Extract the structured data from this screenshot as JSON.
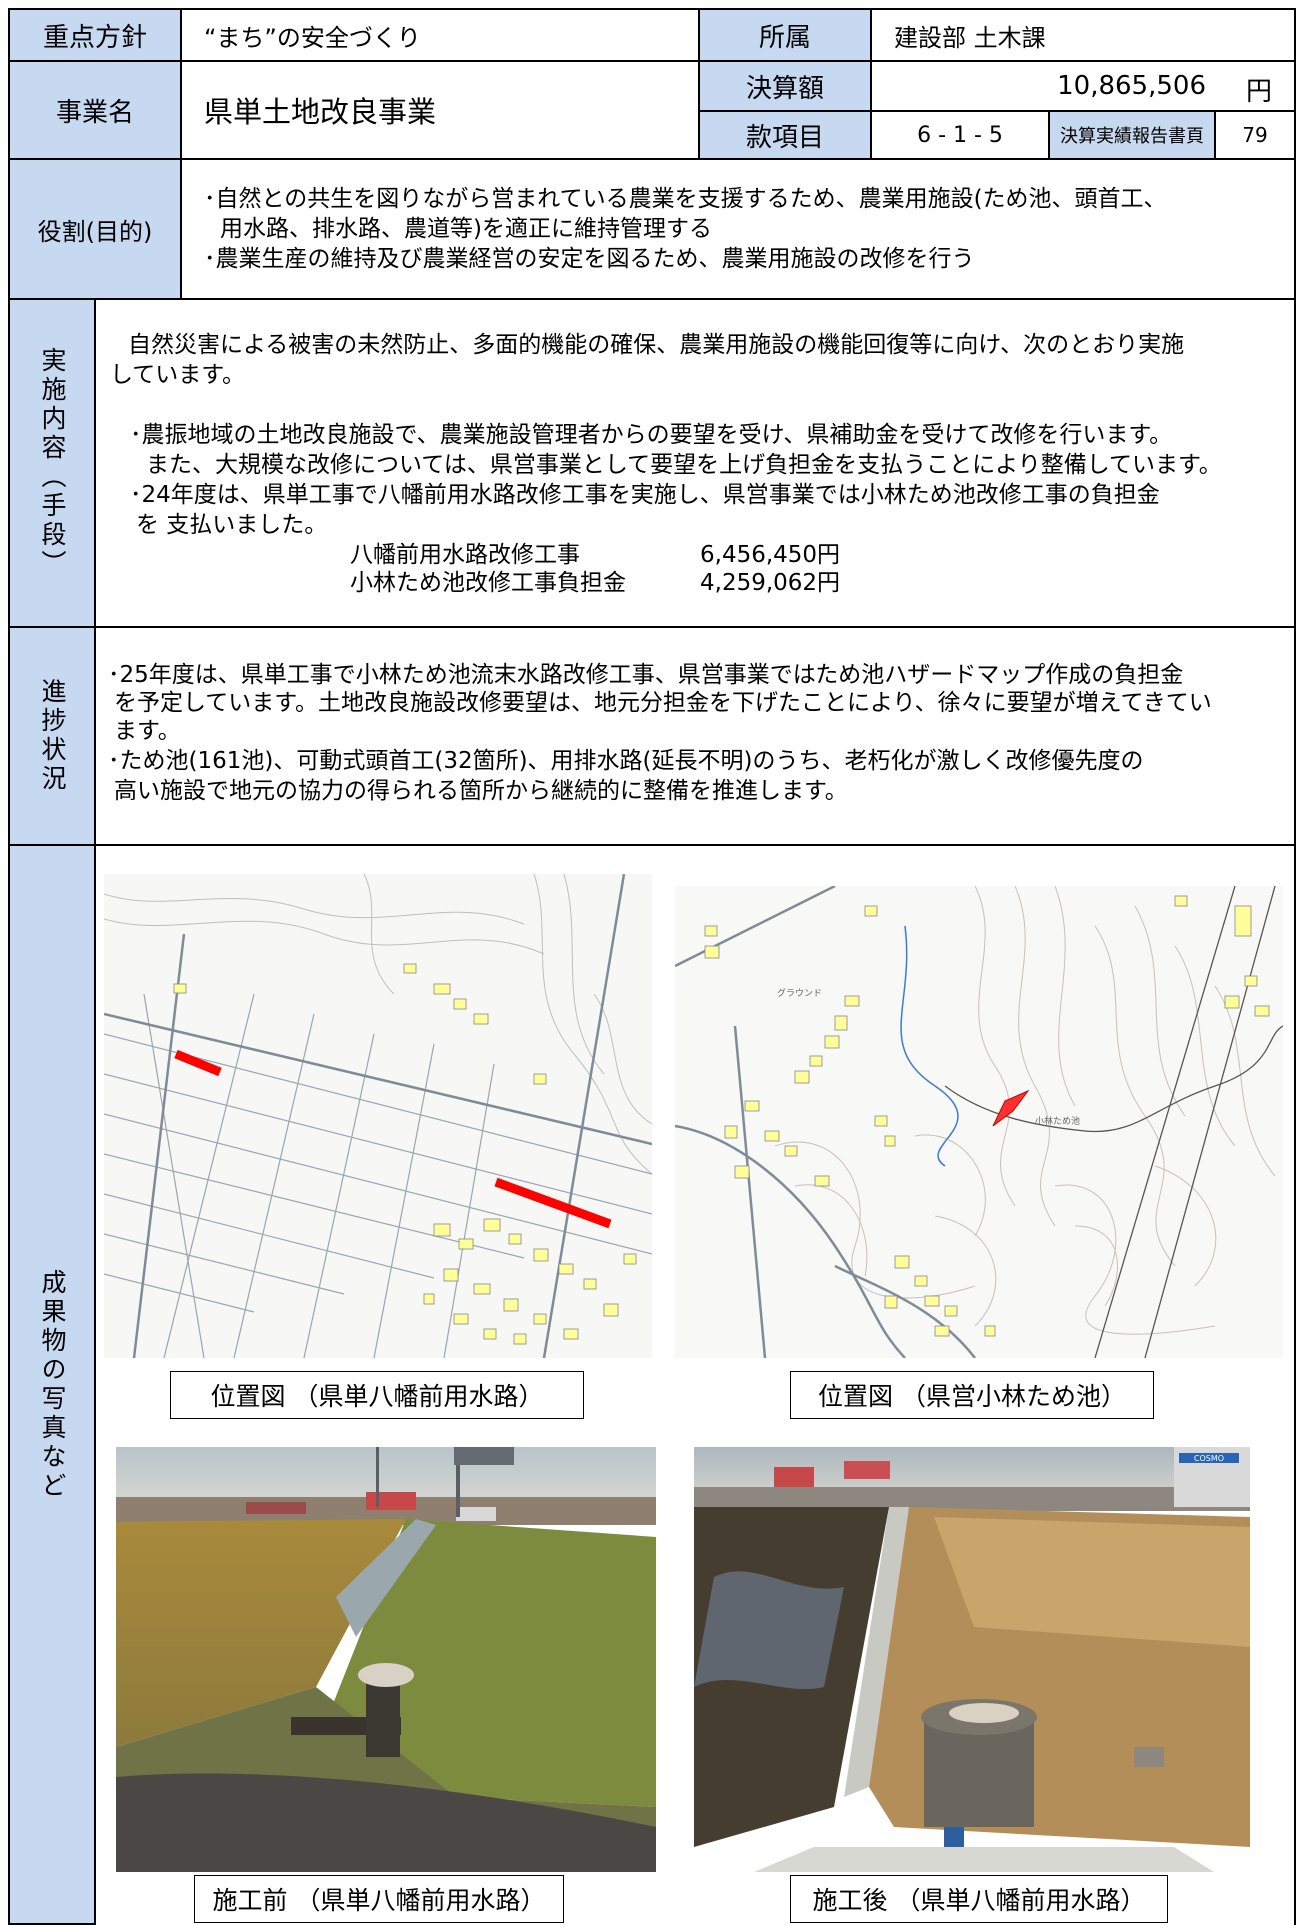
{
  "header": {
    "policy_label": "重点方針",
    "policy_value": "“まち”の安全づくり",
    "dept_label": "所属",
    "dept_value": "建設部 土木課",
    "project_label": "事業名",
    "project_value": "県単土地改良事業",
    "settlement_label": "決算額",
    "settlement_value": "10,865,506",
    "settlement_unit": "円",
    "item_label": "款項目",
    "item_value": "6 - 1 - 5",
    "report_label": "決算実績報告書頁",
    "report_page": "79"
  },
  "role": {
    "label": "役割(目的)",
    "lines": [
      "･自然との共生を図りながら営まれている農業を支援するため、農業用施設(ため池、頭首工、",
      "用水路、排水路、農道等)を適正に維持管理する",
      "･農業生産の維持及び農業経営の安定を図るため、農業用施設の改修を行う"
    ]
  },
  "implementation": {
    "label": "実施内容（手段）",
    "intro": [
      "自然災害による被害の未然防止、多面的機能の確保、農業用施設の機能回復等に向け、次のとおり実施",
      "しています。"
    ],
    "bullets": [
      "･農振地域の土地改良施設で、農業施設管理者からの要望を受け、県補助金を受けて改修を行います。",
      "また、大規模な改修については、県営事業として要望を上げ負担金を支払うことにより整備しています。",
      "･24年度は、県単工事で八幡前用水路改修工事を実施し、県営事業では小林ため池改修工事の負担金",
      "を 支払いました。"
    ],
    "costs": [
      {
        "name": "八幡前用水路改修工事",
        "amount": "6,456,450円"
      },
      {
        "name": "小林ため池改修工事負担金",
        "amount": "4,259,062円"
      }
    ]
  },
  "progress": {
    "label": "進捗状況",
    "lines": [
      "･25年度は、県単工事で小林ため池流末水路改修工事、県営事業ではため池ハザードマップ作成の負担金",
      "を予定しています。土地改良施設改修要望は、地元分担金を下げたことにより、徐々に要望が増えてきてい",
      "ます。",
      "･ため池(161池)、可動式頭首工(32箇所)、用排水路(延長不明)のうち、老朽化が激しく改修優先度の",
      "高い施設で地元の協力の得られる箇所から継続的に整備を推進します。"
    ]
  },
  "results": {
    "label": "成果物の写真など",
    "captions": {
      "map1": "位置図 （県単八幡前用水路）",
      "map2": "位置図 （県営小林ため池）",
      "photo_before": "施工前 （県単八幡前用水路）",
      "photo_after": "施工後 （県単八幡前用水路）"
    },
    "map_labels": {
      "ground": "グラウンド",
      "pond": "小林ため池"
    },
    "sign": "COSMO"
  },
  "colors": {
    "header_blue": "#c6d9f0",
    "route_red": "#ff0000",
    "building_yellow": "#ffff99"
  }
}
